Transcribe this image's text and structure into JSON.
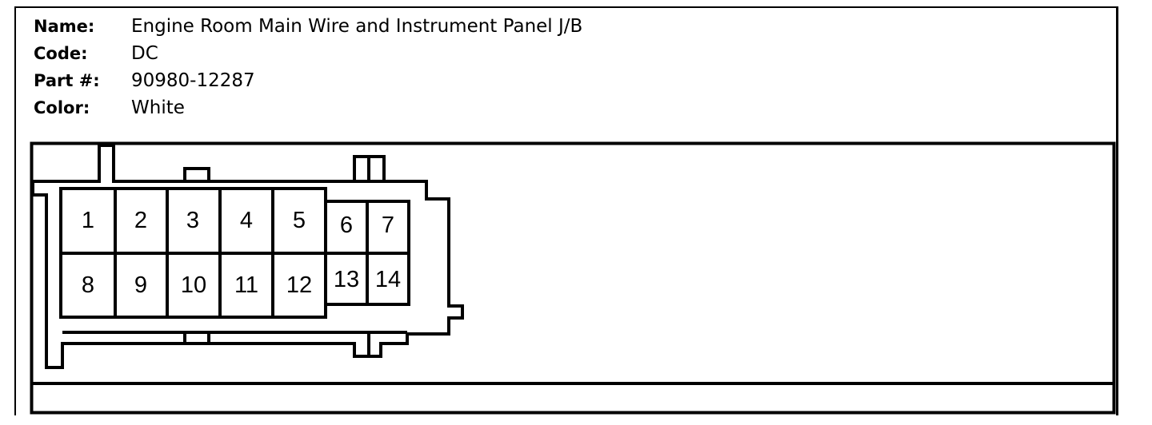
{
  "connector": {
    "name_label": "Name:",
    "name_value": "Engine Room Main Wire and Instrument Panel J/B",
    "code_label": "Code:",
    "code_value": "DC",
    "part_label": "Part #:",
    "part_value": "90980-12287",
    "color_label": "Color:",
    "color_value": "White"
  },
  "pins": [
    "1",
    "2",
    "3",
    "4",
    "5",
    "6",
    "7",
    "8",
    "9",
    "10",
    "11",
    "12",
    "13",
    "14"
  ]
}
